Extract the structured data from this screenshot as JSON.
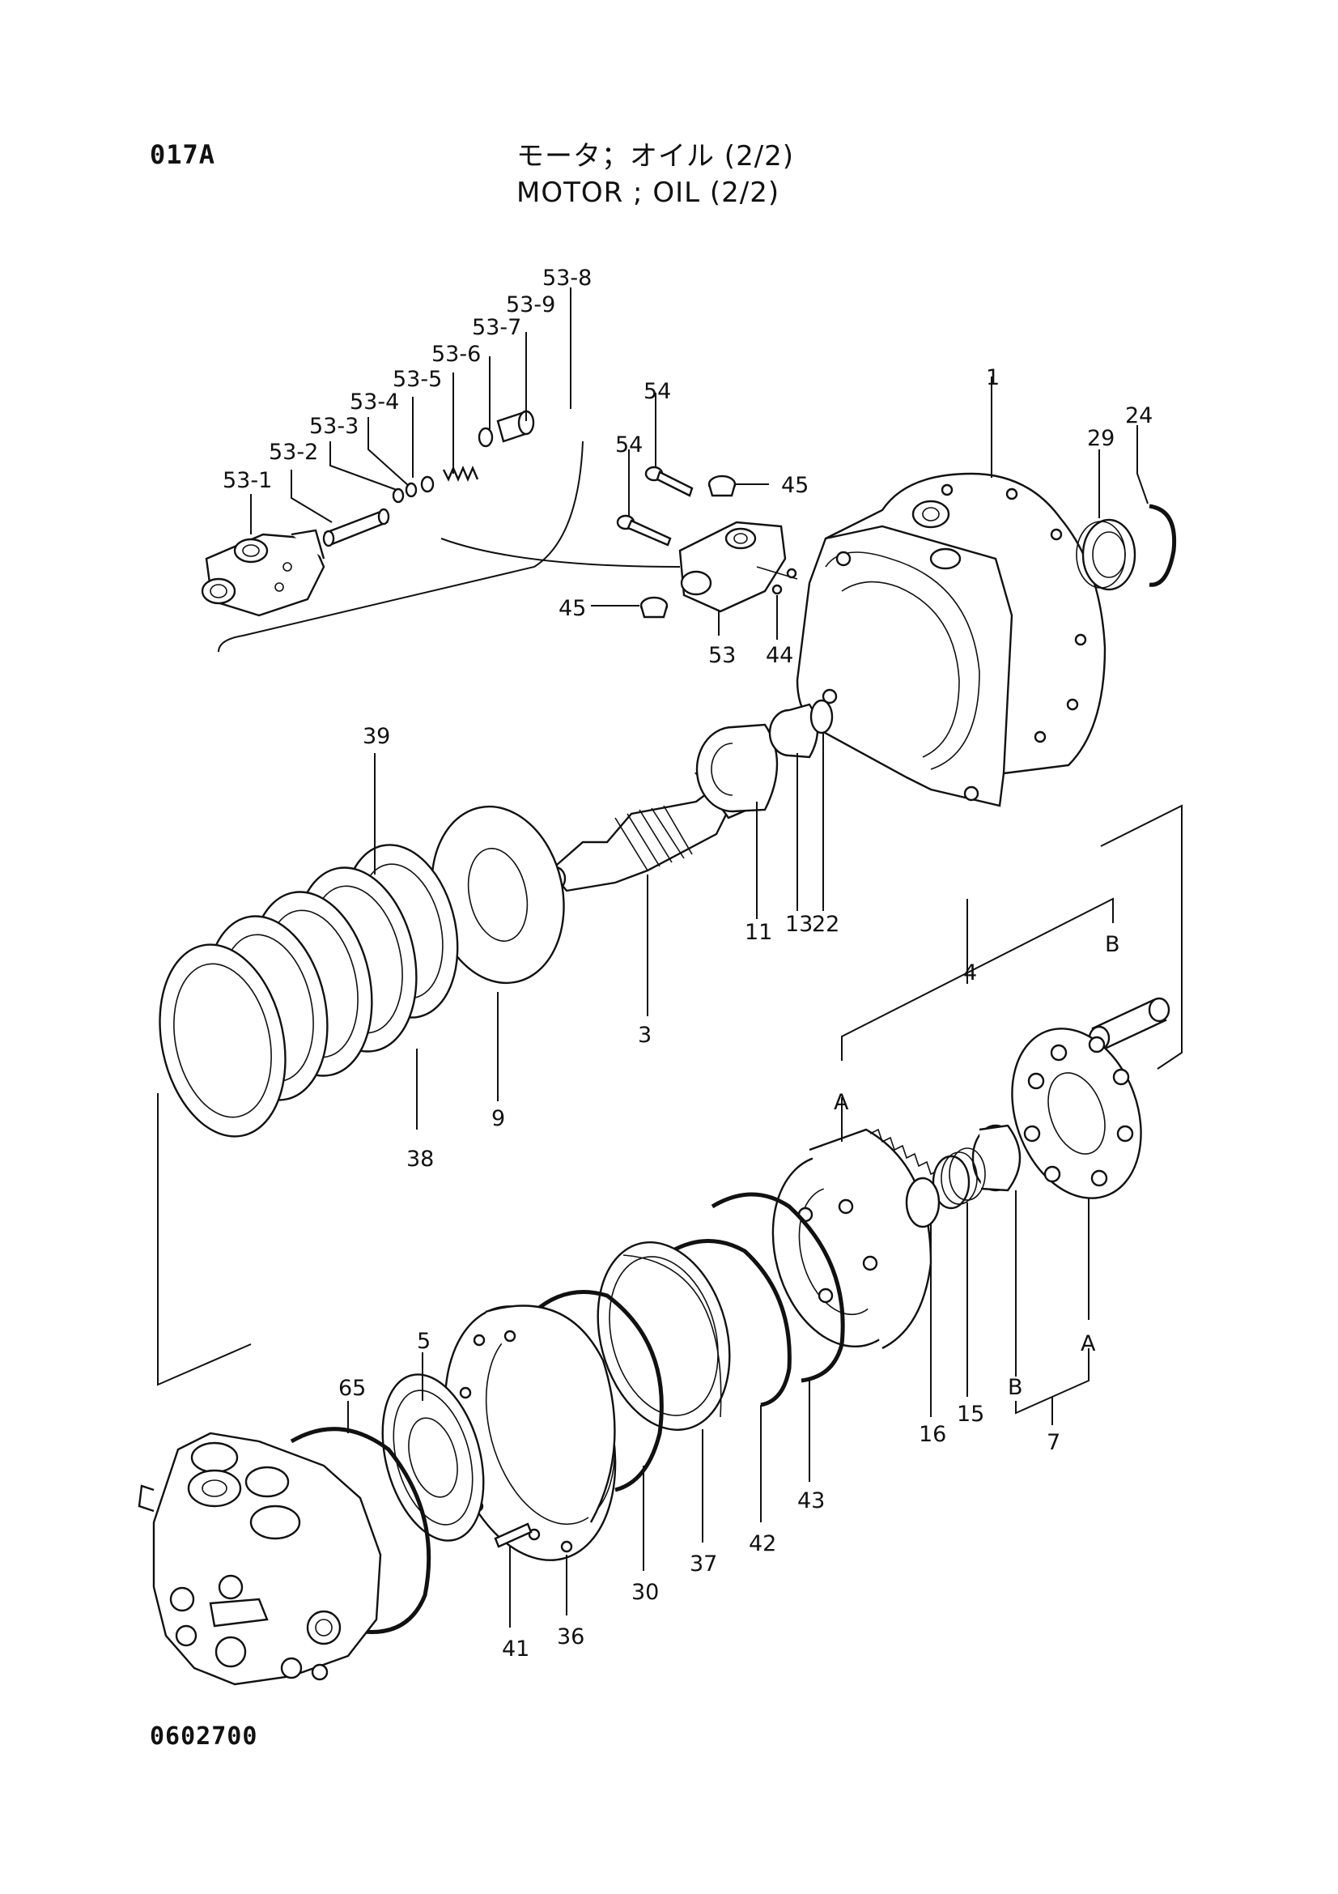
{
  "header": {
    "page_code": "017A",
    "title_jp": "モータ；オイル (2/2)",
    "title_en": "MOTOR ; OIL (2/2)"
  },
  "footer": {
    "drawing_no": "0602700"
  },
  "callouts": [
    "53-8",
    "53-9",
    "53-7",
    "53-6",
    "53-5",
    "53-4",
    "53-3",
    "53-2",
    "53-1",
    "54",
    "54",
    "45",
    "45",
    "53",
    "44",
    "1",
    "29",
    "24",
    "39",
    "3",
    "9",
    "38",
    "11",
    "13",
    "22",
    "4",
    "B",
    "A",
    "16",
    "15",
    "B",
    "A",
    "7",
    "5",
    "65",
    "36",
    "30",
    "37",
    "42",
    "43",
    "41"
  ]
}
